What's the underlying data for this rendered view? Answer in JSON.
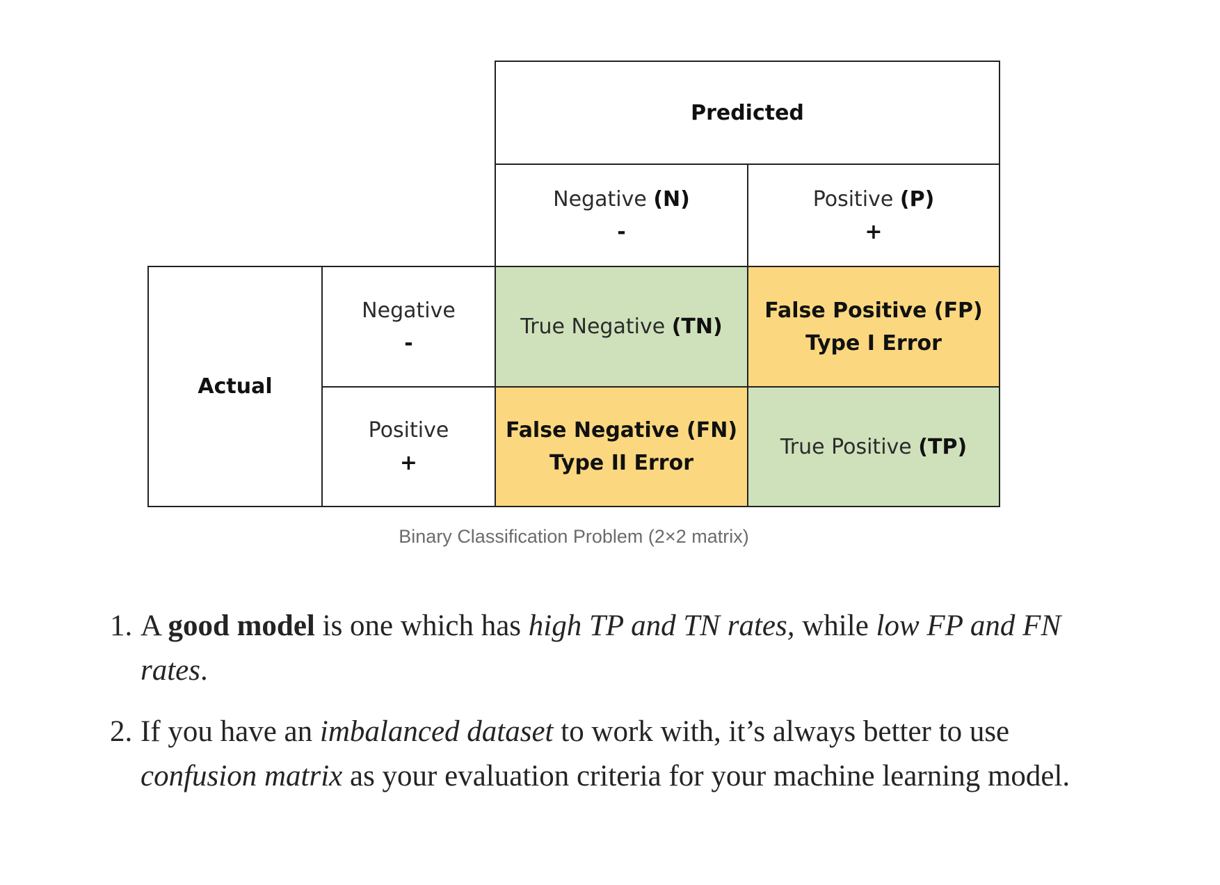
{
  "matrix": {
    "predicted_header": "Predicted",
    "actual_header": "Actual",
    "col_negative": {
      "label": "Negative",
      "tag": "(N)",
      "sign": "-"
    },
    "col_positive": {
      "label": "Positive",
      "tag": "(P)",
      "sign": "+"
    },
    "row_negative": {
      "label": "Negative",
      "sign": "-"
    },
    "row_positive": {
      "label": "Positive",
      "sign": "+"
    },
    "tn": {
      "label": "True Negative",
      "tag": "(TN)"
    },
    "fp": {
      "line1": "False Positive (FP)",
      "line2": "Type I Error"
    },
    "fn": {
      "line1": "False Negative (FN)",
      "line2": "Type II Error"
    },
    "tp": {
      "label": "True Positive",
      "tag": "(TP)"
    },
    "colors": {
      "correct": "#cfe1bb",
      "error": "#fbd87f"
    }
  },
  "caption": "Binary Classification Problem (2×2 matrix)",
  "points": [
    {
      "number": "1.",
      "p1": "A ",
      "b1": "good model",
      "p2": " is one which has ",
      "i1": "high TP and TN rates,",
      "p3": " while ",
      "i2": "low FP and FN rates",
      "p4": "."
    },
    {
      "number": "2.",
      "p1": "If you have an ",
      "i1": "imbalanced dataset",
      "p2": " to work with, it’s always better to use ",
      "i2": "confusion matrix",
      "p3": " as your evaluation criteria for your machine learning model."
    }
  ]
}
